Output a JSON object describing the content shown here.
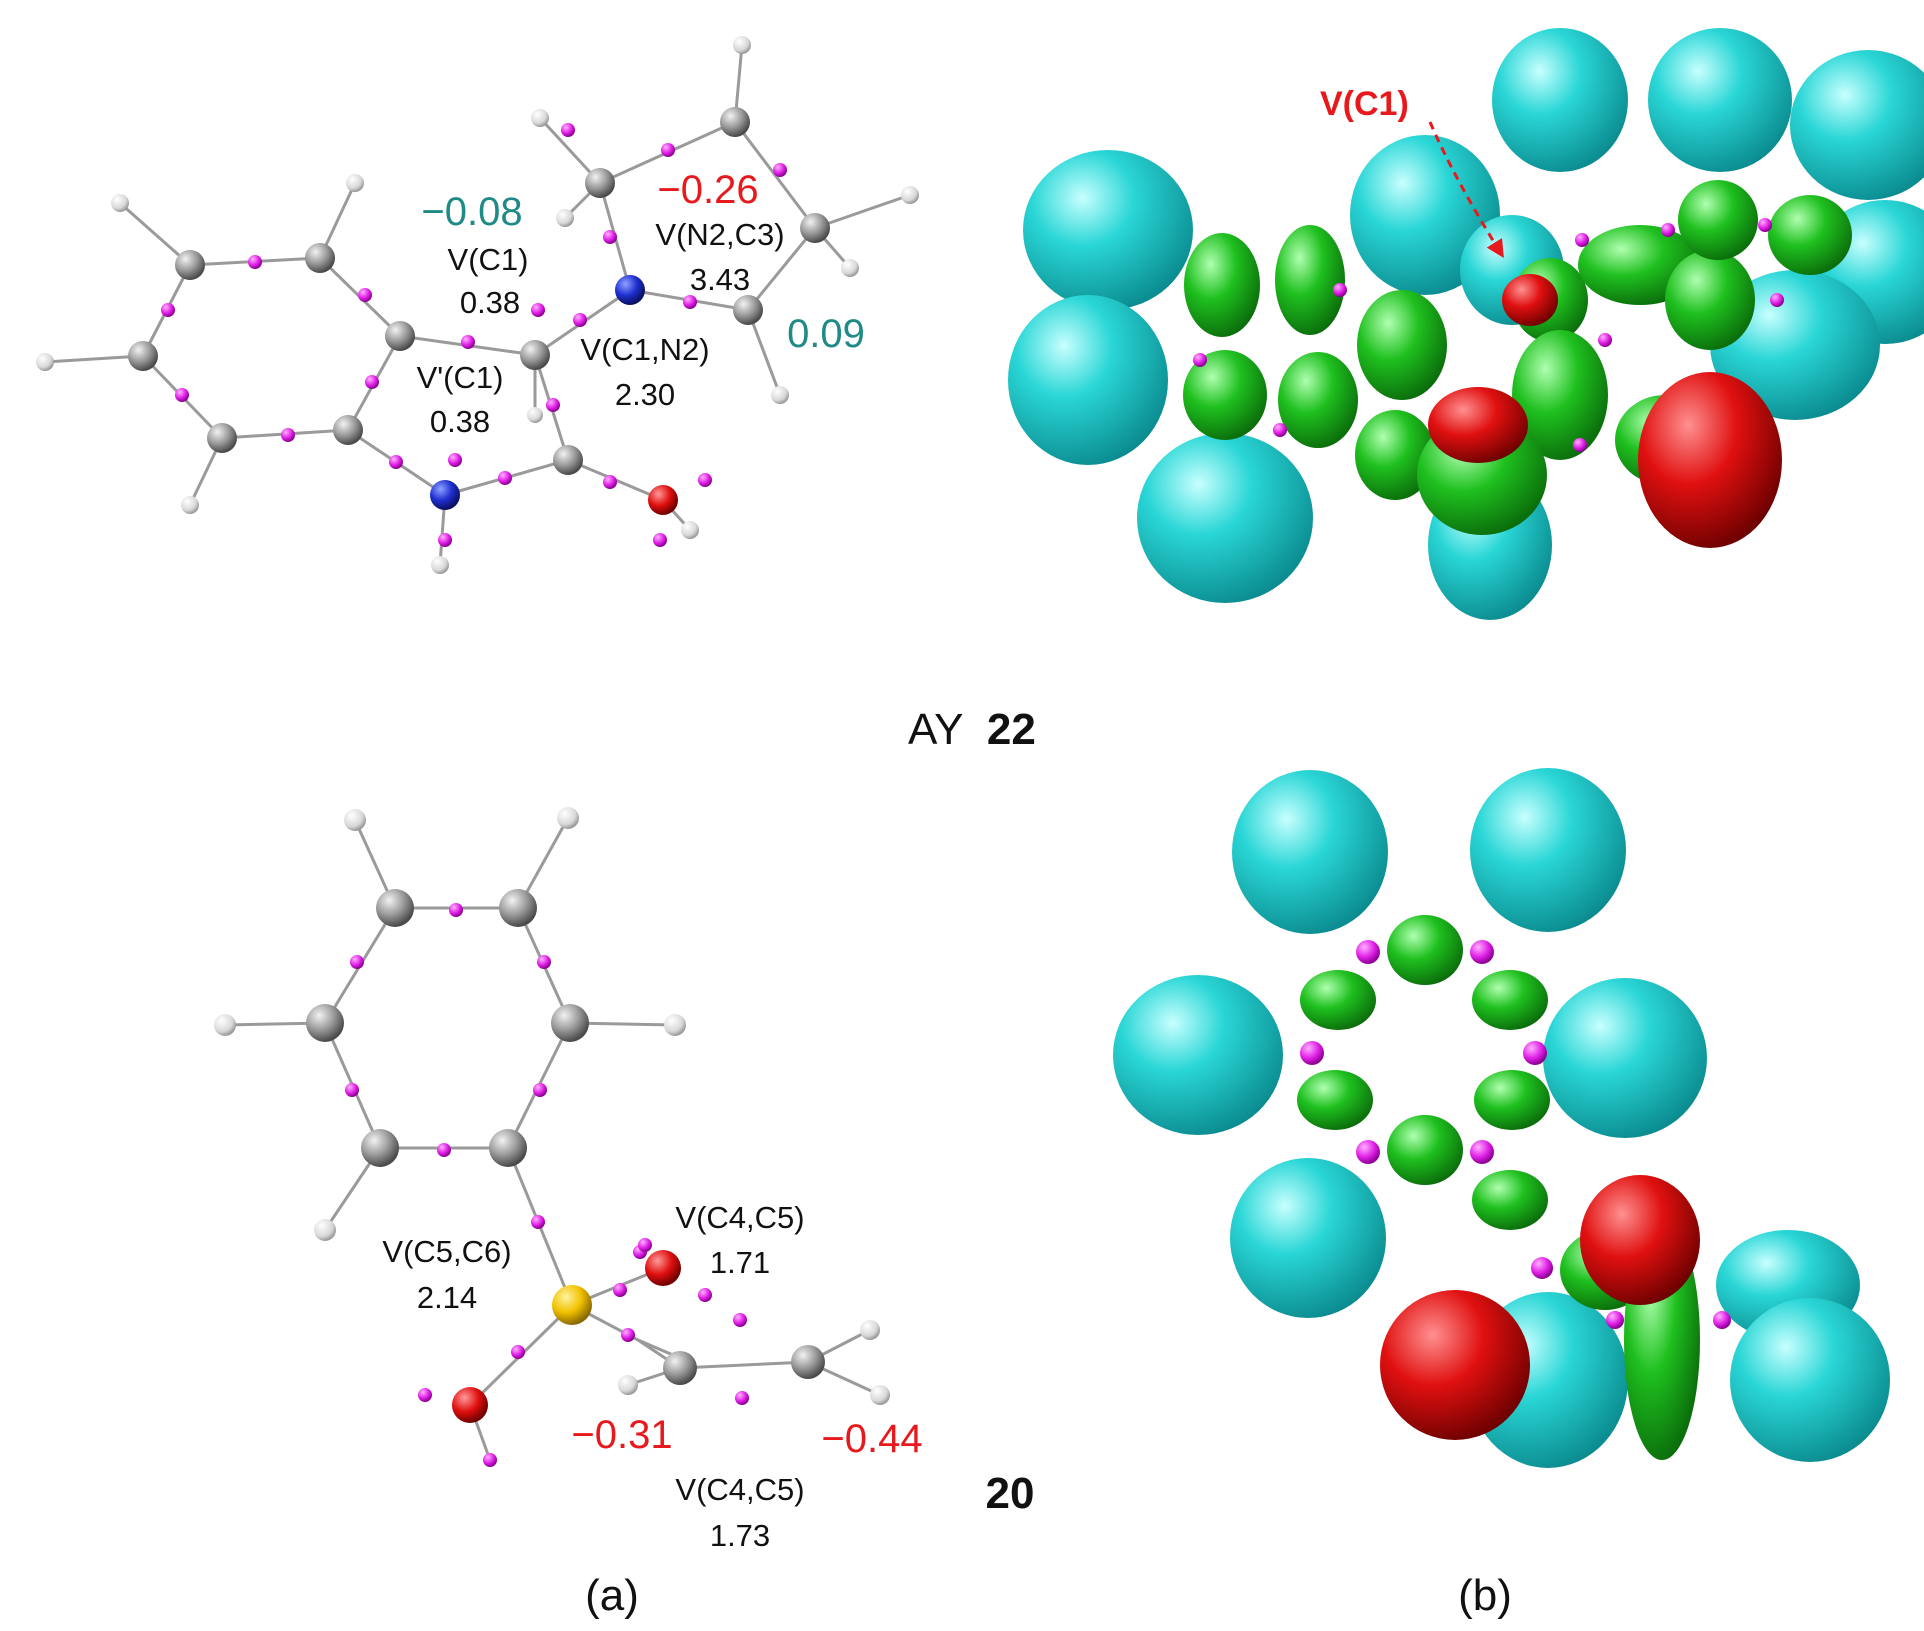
{
  "colors": {
    "carbon": "#8f8f8f",
    "hydrogen": "#e6e6e6",
    "nitrogen": "#1f2fd0",
    "oxygen": "#e01010",
    "sulfur": "#f2c200",
    "attractor": "#e020e6",
    "basin_hydrogen": "#17c8c8",
    "basin_valence": "#17b417",
    "basin_core": "#e01010",
    "positive_value": "#1f8a86",
    "negative_value": "#e8191c"
  },
  "compound_top": {
    "name_prefix": "AY",
    "name_number": "22",
    "charges": {
      "c1": "−0.08",
      "n2c3": "−0.26",
      "c3": "0.09"
    },
    "basins": {
      "v_c1": {
        "label": "V(C1)",
        "value": "0.38"
      },
      "v_n2c3": {
        "label": "V(N2,C3)",
        "value": "3.43"
      },
      "v_c1n2": {
        "label": "V(C1,N2)",
        "value": "2.30"
      },
      "v_prime_c1": {
        "label": "V'(C1)",
        "value": "0.38"
      }
    },
    "elf_annotation": "V(C1)"
  },
  "compound_bottom": {
    "name_number": "20",
    "charges": {
      "c4": "−0.31",
      "c5": "−0.44"
    },
    "basins": {
      "v_c4c5_upper": {
        "label": "V(C4,C5)",
        "value": "1.71"
      },
      "v_c5c6": {
        "label": "V(C5,C6)",
        "value": "2.14"
      },
      "v_c4c5_lower": {
        "label": "V(C4,C5)",
        "value": "1.73"
      }
    }
  },
  "panels": {
    "a": "(a)",
    "b": "(b)"
  }
}
